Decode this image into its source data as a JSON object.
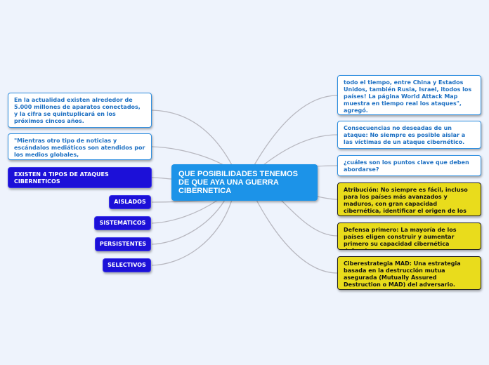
{
  "central": "QUE POSIBILIDADES TENEMOS DE QUE AYA UNA GUERRA CIBERNETICA",
  "left": [
    "En la actualidad existen alrededor de 5.000 millones de aparatos conectados, y la cifra se quintuplicará en los próximos cincos años.",
    "\"Mientras otro tipo de noticias y escándalos mediáticos son atendidos por los medios globales,",
    "EXISTEN 4 TIPOS DE ATAQUES CIBERNETICOS",
    "AISLADOS",
    "SISTEMATICOS",
    "PERSISTENTES",
    "SELECTIVOS"
  ],
  "right": [
    "todo el tiempo, entre China y Estados Unidos, también Rusia, Israel, itodos los países! La página World Attack Map muestra en tiempo real los ataques\", agregó.",
    "Consecuencias no deseadas de un ataque: No siempre es posible aislar a las víctimas de un ataque cibernético.",
    "¿cuáles son los puntos clave que deben abordarse?",
    "Atribución: No siempre es fácil, incluso para los países más avanzados y maduros, con gran capacidad cibernética, identificar el origen de los ciberataques.",
    "Defensa primero: La mayoría de los países eligen construir y aumentar primero su capacidad cibernética defensiva.",
    "Ciberestrategia MAD: Una estrategia basada en la destrucción mutua asegurada (Mutually Assured Destruction o MAD) del adversario."
  ],
  "colors": {
    "background": "#eef3fc",
    "central": "#1c93e8",
    "purple": "#1c10d8",
    "yellow": "#e9dc1c",
    "white_text": "#1c6fc2",
    "link": "#b8b8c0"
  }
}
